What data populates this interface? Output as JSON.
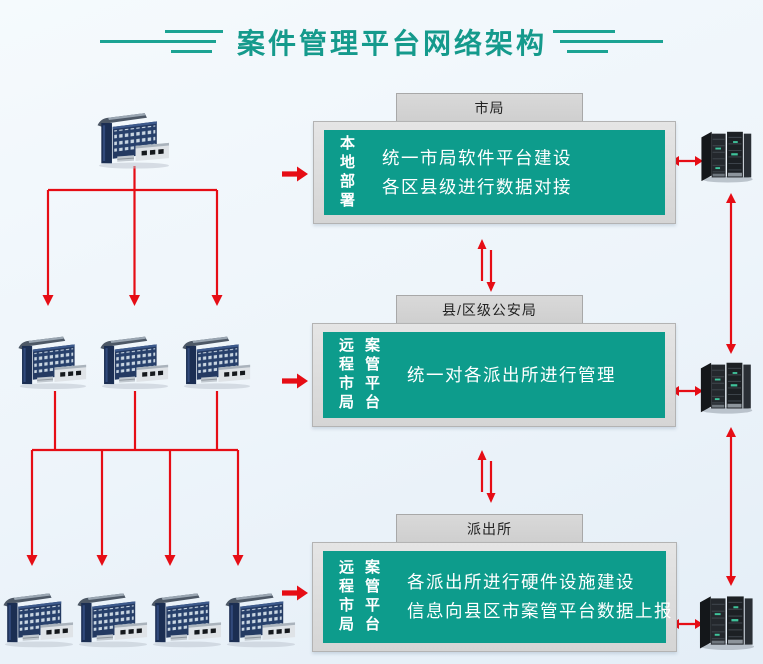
{
  "title": "案件管理平台网络架构",
  "colors": {
    "title_teal": "#159a8c",
    "box_teal": "#0d9c8c",
    "arrow_red": "#e60d15",
    "panel_gray": "#dcdcdc",
    "tab_gray": "#d2d2d2",
    "background": "#edf4fa"
  },
  "tiers": [
    {
      "tab": "市局",
      "side_labels": [
        "本地部署"
      ],
      "lines": [
        "统一市局软件平台建设",
        "各区县级进行数据对接"
      ]
    },
    {
      "tab": "县/区级公安局",
      "side_labels": [
        "远程市局",
        "案管平台"
      ],
      "lines": [
        "统一对各派出所进行管理"
      ]
    },
    {
      "tab": "派出所",
      "side_labels": [
        "远程市局",
        "案管平台"
      ],
      "lines": [
        "各派出所进行硬件设施建设",
        "信息向县区市案管平台数据上报"
      ]
    }
  ],
  "left_network": {
    "row1_buildings": 1,
    "row2_buildings": 3,
    "row3_buildings": 4
  },
  "right_network": {
    "server_racks": 3
  }
}
